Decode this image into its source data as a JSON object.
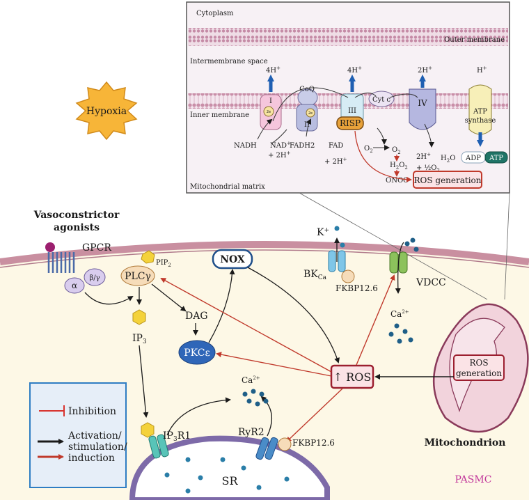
{
  "colors": {
    "membrane": "#c98fa0",
    "cytosol": "#fdf8e6",
    "inhibition": "#d8322e",
    "activation": "#1a1a1a",
    "induction": "#c0392b",
    "ros_fill": "#fbe3e6",
    "pkce_fill": "#2f66b8",
    "hypoxia": "#f7b538",
    "mito_fill": "#f2d3dc",
    "legend_border": "#2e7dc3",
    "pasmc_label": "#c2379b",
    "proton_arrow": "#1f5fb2"
  },
  "hypoxia": "Hypoxia",
  "inset": {
    "cytoplasm": "Cytoplasm",
    "outer_membrane": "Outer membrane",
    "intermembrane_space": "Intermembrane space",
    "inner_membrane": "Inner membrane",
    "mitochondrial_matrix": "Mitochondrial matrix",
    "complex_I": "I",
    "complex_II": "II",
    "complex_III": "III",
    "complex_IV": "IV",
    "coq": "CoQ",
    "cyt_c": "Cyt c",
    "risp": "RISP",
    "atp_synthase_1": "ATP",
    "atp_synthase_2": "synthase",
    "h_4_a": "4H",
    "h_4_b": "4H",
    "h_2": "2H",
    "h_1": "H",
    "plus": "+",
    "nadh": "NADH",
    "nad": "NAD",
    "plus_2h": "+ 2H",
    "fadh2": "FADH2",
    "fad": "FAD",
    "o2": "O",
    "o2_sub": "2",
    "o2_rad": "O",
    "h2o2": "H",
    "onoo": "ONOO",
    "h2_plus": "2H",
    "half_o2": "+ ½O",
    "h2o": "H",
    "adp": "ADP",
    "atp": "ATP",
    "ros_generation": "ROS generation",
    "e_label": "2e"
  },
  "cell": {
    "vasoconstrictor_1": "Vasoconstrictor",
    "vasoconstrictor_2": "agonists",
    "gpcr": "GPCR",
    "alpha": "α",
    "beta_gamma": "β/γ",
    "pip": "PIP",
    "pip_sub": "2",
    "plc": "PLCγ",
    "nox": "NOX",
    "dag": "DAG",
    "ip3": "IP",
    "ip3_sub": "3",
    "pkc": "PKCε",
    "k_ion": "K",
    "bk": "BK",
    "bk_sub": "Ca",
    "fkbp_1": "FKBP12.6",
    "vdcc": "VDCC",
    "ca_1": "Ca",
    "ca_2": "Ca",
    "ca_sup": "2+",
    "ros": "↑ ROS",
    "ros_generation_1": "ROS",
    "ros_generation_2": "generation",
    "ip3r1": "IP",
    "ip3r1_sub": "3",
    "ip3r1_tail": "R1",
    "ryr2": "RyR2",
    "fkbp_2": "FKBP12.6",
    "sr": "SR",
    "mitochondrion": "Mitochondrion",
    "pasmc": "PASMC"
  },
  "legend": {
    "inhibition": "Inhibition",
    "activation_1": "Activation/",
    "activation_2": "stimulation/",
    "activation_3": "induction"
  }
}
